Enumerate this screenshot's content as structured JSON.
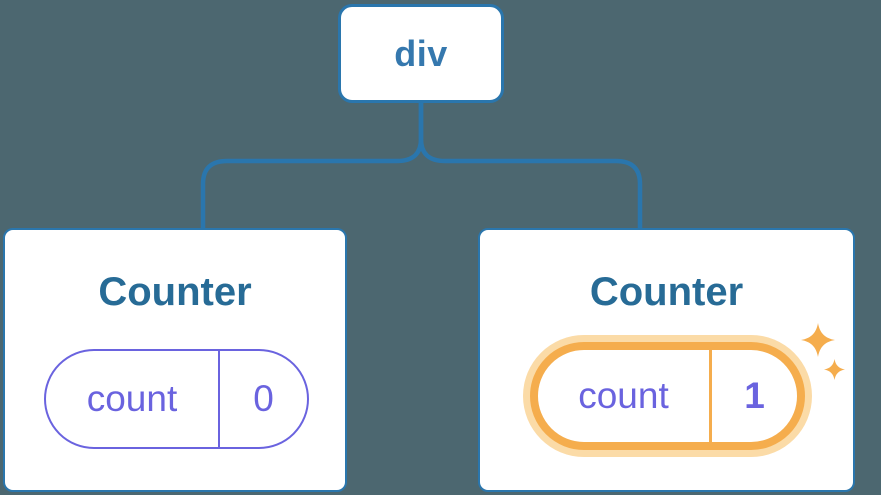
{
  "diagram": {
    "description": "component tree with two sibling Counter components holding independent state",
    "root": {
      "label": "div"
    },
    "children": [
      {
        "title": "Counter",
        "state": {
          "key": "count",
          "value": "0"
        },
        "highlighted": false
      },
      {
        "title": "Counter",
        "state": {
          "key": "count",
          "value": "1"
        },
        "highlighted": true
      }
    ]
  },
  "colors": {
    "background": "#4C6770",
    "connector_blue": "#2A76AD",
    "root_label_blue": "#3578AE",
    "title_blue": "#276B96",
    "state_purple": "#6A63DF",
    "highlight_orange": "#F5AD4D",
    "highlight_halo": "#FBDBA7",
    "card_background": "#FFFFFF"
  }
}
